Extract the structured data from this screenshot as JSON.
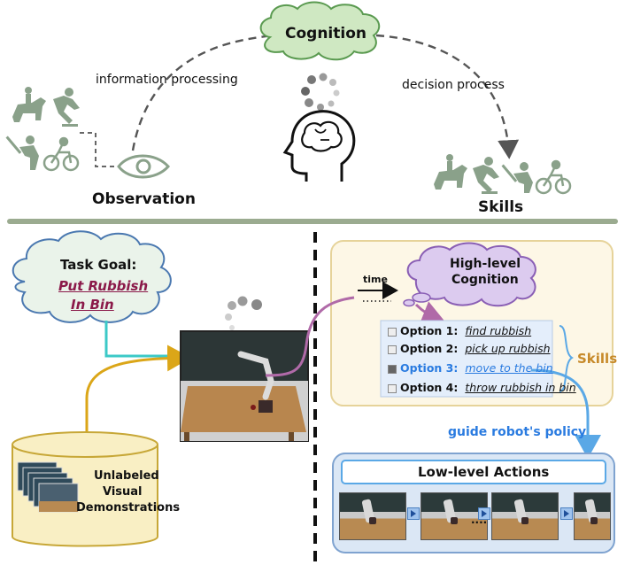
{
  "top": {
    "cognition": "Cognition",
    "information_processing": "information processing",
    "decision_process": "decision process",
    "observation": "Observation",
    "skills": "Skills"
  },
  "bottom_left": {
    "task_goal_title": "Task Goal:",
    "task_goal_line1": "Put Rubbish",
    "task_goal_line2": "In Bin",
    "database_line1": "Unlabeled",
    "database_line2": "Visual",
    "database_line3": "Demonstrations"
  },
  "bottom_right": {
    "time_label": "time",
    "high_level_line1": "High-level",
    "high_level_line2": "Cognition",
    "options": [
      {
        "label": "Option 1:",
        "value": "find rubbish",
        "checked": false,
        "highlighted": false
      },
      {
        "label": "Option 2:",
        "value": "pick up rubbish",
        "checked": false,
        "highlighted": false
      },
      {
        "label": "Option 3:",
        "value": "move to the bin",
        "checked": true,
        "highlighted": true
      },
      {
        "label": "Option 4:",
        "value": "throw rubbish in bin",
        "checked": false,
        "highlighted": false
      }
    ],
    "skills_label": "Skills",
    "guide_label": "guide robot's policy",
    "low_level_title": "Low-level Actions",
    "ellipsis": "...."
  },
  "colors": {
    "cloud_green_fill": "#cfe8c2",
    "cloud_green_stroke": "#5a9a50",
    "task_cloud_fill": "#eaf3ea",
    "task_cloud_stroke": "#4a78b0",
    "goal_text": "#8b1a4a",
    "purple_cloud_fill": "#dccbef",
    "purple_cloud_stroke": "#8a5fb5",
    "panel_fill": "#fdf7e6",
    "panel_stroke": "#e6d39a",
    "low_panel_fill": "#dbe7f5",
    "low_panel_stroke": "#7fa3d0",
    "arrow_cyan": "#3cc9c7",
    "arrow_gold": "#dba618",
    "arrow_purple": "#b06aa8",
    "arrow_blue": "#5aa8e6",
    "highlight_blue": "#2a7be0",
    "divider_green": "#9bab90",
    "icon_green": "#8aa18a"
  },
  "icons": [
    "horse-rider-icon",
    "skater-icon",
    "golfer-icon",
    "cyclist-icon",
    "eye-icon",
    "brain-head-icon",
    "loading-spinner-icon",
    "database-icon",
    "robot-scene-image"
  ]
}
